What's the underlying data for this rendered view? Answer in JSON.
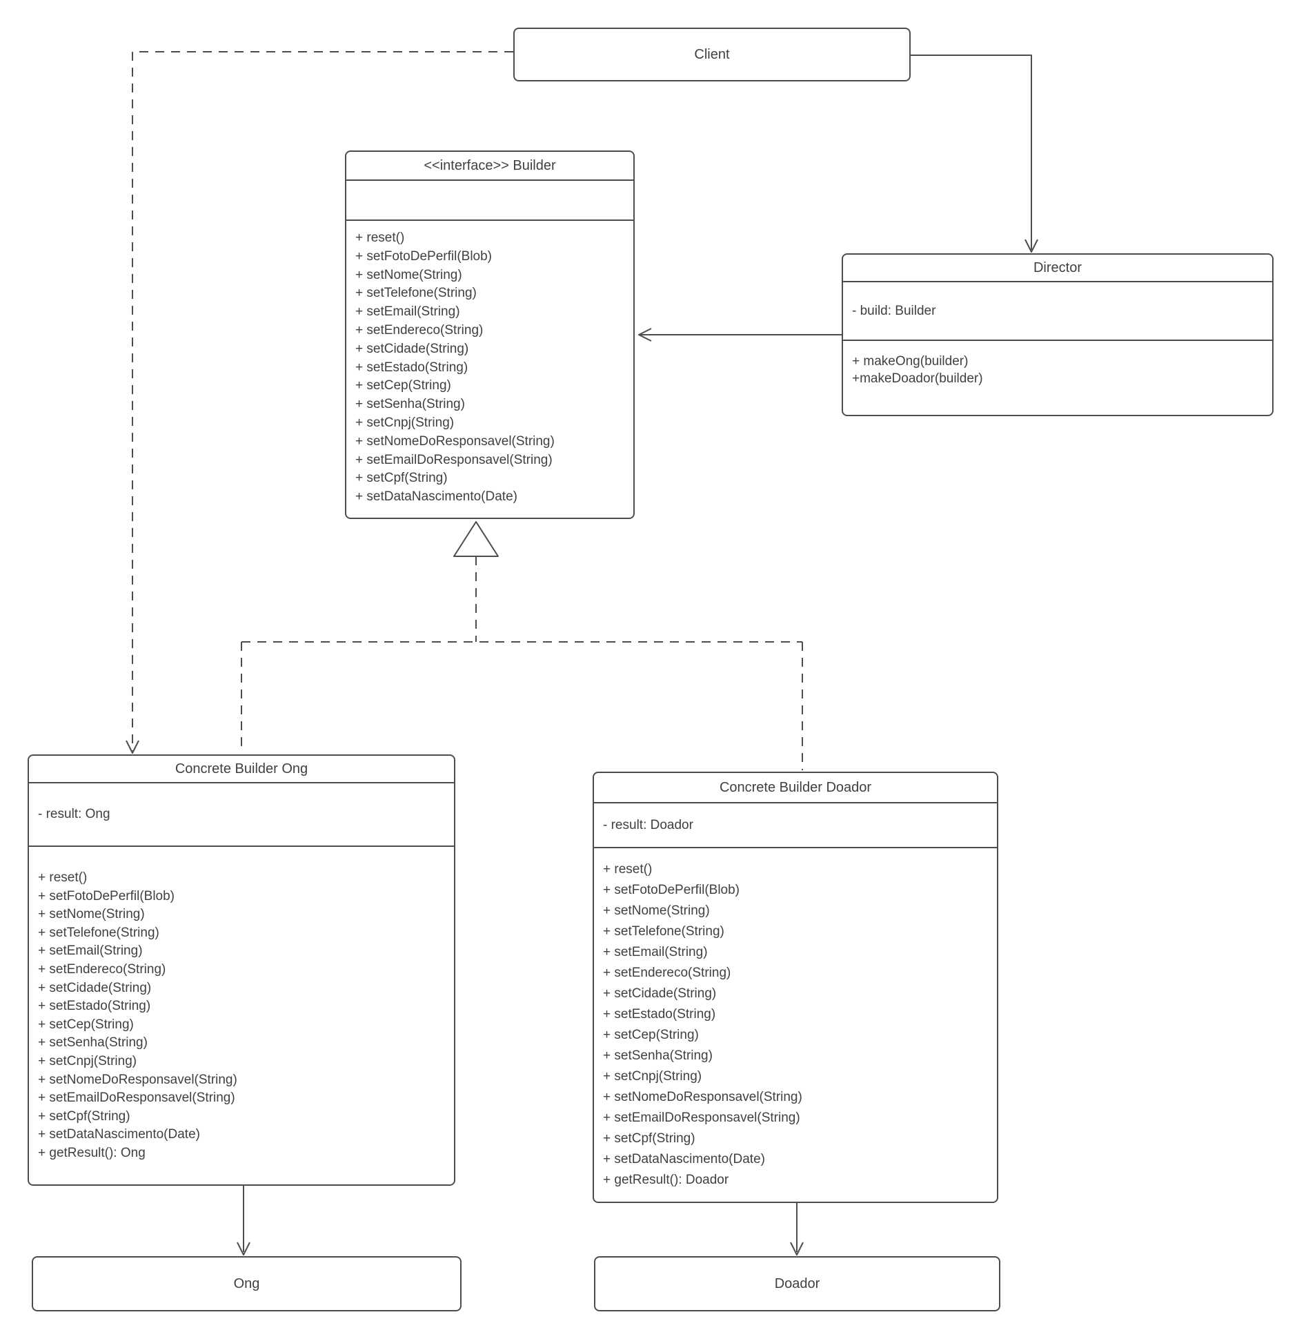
{
  "diagram": {
    "background": "#ffffff",
    "stroke_color": "#4d4d4d",
    "text_color": "#404040"
  },
  "classes": {
    "client": {
      "title": "Client"
    },
    "builder": {
      "title": "<<interface>> Builder",
      "attributes": [],
      "methods": [
        "+ reset()",
        "+ setFotoDePerfil(Blob)",
        "+ setNome(String)",
        "+ setTelefone(String)",
        "+ setEmail(String)",
        "+ setEndereco(String)",
        "+ setCidade(String)",
        "+ setEstado(String)",
        "+ setCep(String)",
        "+ setSenha(String)",
        "+ setCnpj(String)",
        "+ setNomeDoResponsavel(String)",
        "+ setEmailDoResponsavel(String)",
        "+ setCpf(String)",
        "+ setDataNascimento(Date)"
      ]
    },
    "director": {
      "title": "Director",
      "attributes": [
        "- build: Builder"
      ],
      "methods": [
        "+ makeOng(builder)",
        "+makeDoador(builder)"
      ]
    },
    "concrete_builder_ong": {
      "title": "Concrete Builder Ong",
      "attributes": [
        "- result: Ong"
      ],
      "methods": [
        "+ reset()",
        "+ setFotoDePerfil(Blob)",
        "+ setNome(String)",
        "+ setTelefone(String)",
        "+ setEmail(String)",
        "+ setEndereco(String)",
        "+ setCidade(String)",
        "+ setEstado(String)",
        "+ setCep(String)",
        "+ setSenha(String)",
        "+ setCnpj(String)",
        "+ setNomeDoResponsavel(String)",
        "+ setEmailDoResponsavel(String)",
        "+ setCpf(String)",
        "+ setDataNascimento(Date)",
        "+ getResult(): Ong"
      ]
    },
    "concrete_builder_doador": {
      "title": "Concrete Builder Doador",
      "attributes": [
        "- result: Doador"
      ],
      "methods": [
        "+ reset()",
        "+ setFotoDePerfil(Blob)",
        "+ setNome(String)",
        "+ setTelefone(String)",
        "+ setEmail(String)",
        "+ setEndereco(String)",
        "+ setCidade(String)",
        "+ setEstado(String)",
        "+ setCep(String)",
        "+ setSenha(String)",
        "+ setCnpj(String)",
        "+ setNomeDoResponsavel(String)",
        "+ setEmailDoResponsavel(String)",
        "+ setCpf(String)",
        "+ setDataNascimento(Date)",
        "+ getResult(): Doador"
      ]
    },
    "ong": {
      "title": "Ong"
    },
    "doador": {
      "title": "Doador"
    }
  }
}
